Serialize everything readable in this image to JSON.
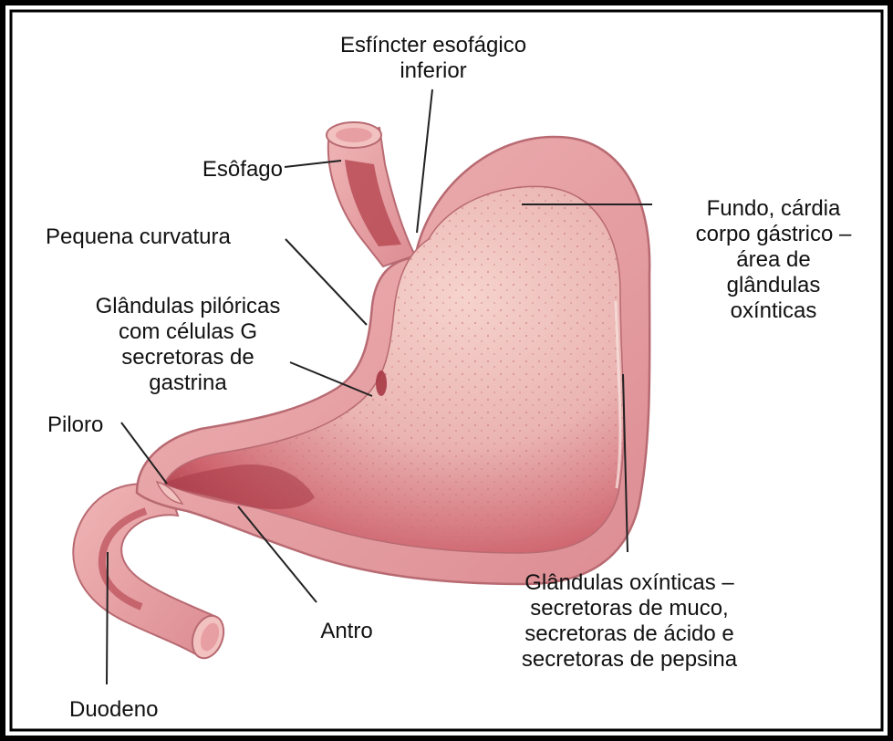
{
  "labels": {
    "les": [
      "Esfíncter esofágico",
      "inferior"
    ],
    "esofago": "Esôfago",
    "pequena": "Pequena curvatura",
    "fundo": [
      "Fundo, cárdia",
      "corpo gástrico –",
      "área de",
      "glândulas",
      "oxínticas"
    ],
    "pyloric_glands": [
      "Glândulas pilóricas",
      "com células G",
      "secretoras de",
      "gastrina"
    ],
    "piloro": "Piloro",
    "antro": "Antro",
    "oxyntic_glands": [
      "Glândulas oxínticas –",
      "secretoras de muco,",
      "secretoras de ácido e",
      "secretoras de pepsina"
    ],
    "duodeno": "Duodeno"
  },
  "colors": {
    "frame": "#000000",
    "stomach_wall": "#e8a0a4",
    "stomach_outline": "#b86a72",
    "mucosa_light": "#f4c9c4",
    "mucosa_dark": "#b8404a",
    "leader_line": "#222222"
  }
}
